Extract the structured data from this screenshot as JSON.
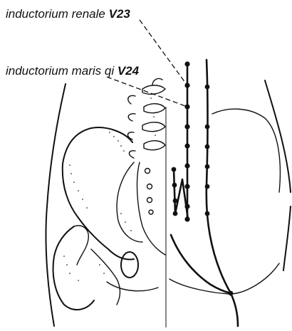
{
  "labels": {
    "v23_name": "inductorium renale",
    "v23_code": "V23",
    "v24_name": "inductorium maris qi",
    "v24_code": "V24"
  }
}
